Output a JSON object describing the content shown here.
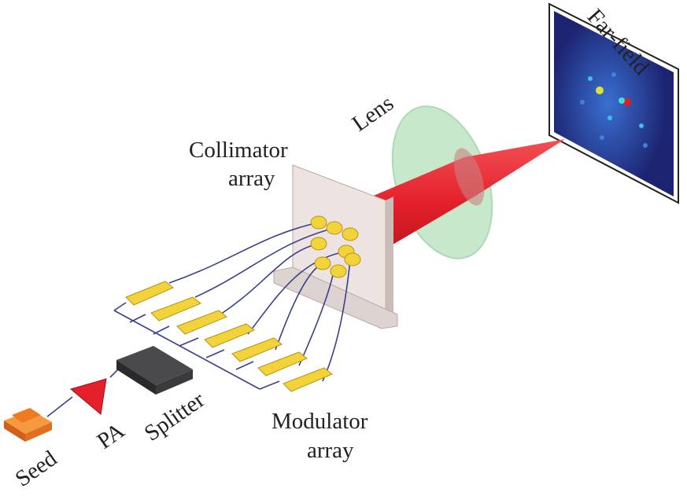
{
  "labels": {
    "far_field": "Far-field",
    "lens": "Lens",
    "collimator_line1": "Collimator",
    "collimator_line2": "array",
    "seed": "Seed",
    "pa": "PA",
    "splitter": "Splitter",
    "modulator_line1": "Modulator",
    "modulator_line2": "array"
  },
  "colors": {
    "beam": "#e4202a",
    "lens": "#bfe5c3",
    "screen": "#1c2370",
    "plate": "#ede4e2",
    "component_yellow": "#f2d43a",
    "splitter": "#3a3a3c",
    "seed": "#f07a22",
    "fiber": "#3b3f8c"
  }
}
